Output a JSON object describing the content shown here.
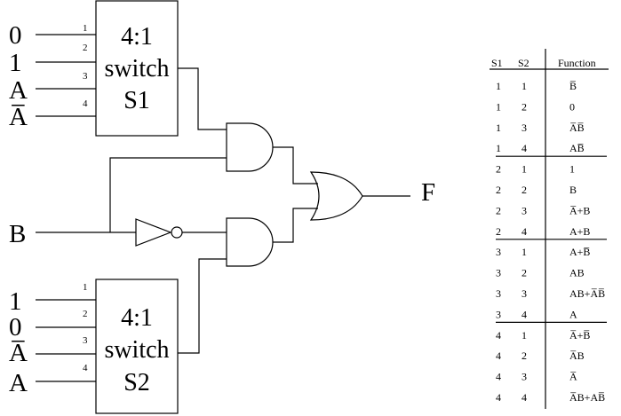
{
  "switch1": {
    "line1": "4:1",
    "line2": "switch",
    "line3": "S1",
    "inputs": [
      "0",
      "1",
      "A",
      "A̅"
    ],
    "pins": [
      "1",
      "2",
      "3",
      "4"
    ]
  },
  "switch2": {
    "line1": "4:1",
    "line2": "switch",
    "line3": "S2",
    "inputs": [
      "1",
      "0",
      "A̅",
      "A"
    ],
    "pins": [
      "1",
      "2",
      "3",
      "4"
    ]
  },
  "input_b": "B",
  "output_f": "F",
  "table": {
    "headers": [
      "S1",
      "S2",
      "Function"
    ],
    "rows": [
      [
        "1",
        "1",
        "B̅"
      ],
      [
        "1",
        "2",
        "0"
      ],
      [
        "1",
        "3",
        "A̅B̅"
      ],
      [
        "1",
        "4",
        "AB̅"
      ],
      [
        "2",
        "1",
        "1"
      ],
      [
        "2",
        "2",
        "B"
      ],
      [
        "2",
        "3",
        "A̅+B"
      ],
      [
        "2",
        "4",
        "A+B"
      ],
      [
        "3",
        "1",
        "A+B̅"
      ],
      [
        "3",
        "2",
        "AB"
      ],
      [
        "3",
        "3",
        "AB+A̅B̅"
      ],
      [
        "3",
        "4",
        "A"
      ],
      [
        "4",
        "1",
        "A̅+B̅"
      ],
      [
        "4",
        "2",
        "A̅B"
      ],
      [
        "4",
        "3",
        "A̅"
      ],
      [
        "4",
        "4",
        "A̅B+AB̅"
      ]
    ]
  }
}
